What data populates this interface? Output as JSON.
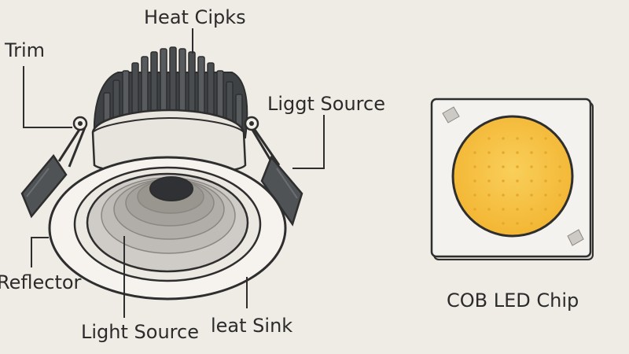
{
  "labels": {
    "heat_chips": "Heat Cipks",
    "trim": "Trim",
    "light_source_top": "Liggt Source",
    "reflector": "Reflector",
    "light_source_bottom": "Light Source",
    "heat_sink": "leat Sink",
    "cob_chip": "COB LED Chip"
  },
  "colors": {
    "background": "#efebe5",
    "outline": "#2e2e2e",
    "fin": "#4a4d50",
    "trim": "#f6f3ee",
    "reflector": "#cfcbc6",
    "chip_substrate": "#f4f2ee",
    "chip_phosphor": "#f7c445"
  }
}
